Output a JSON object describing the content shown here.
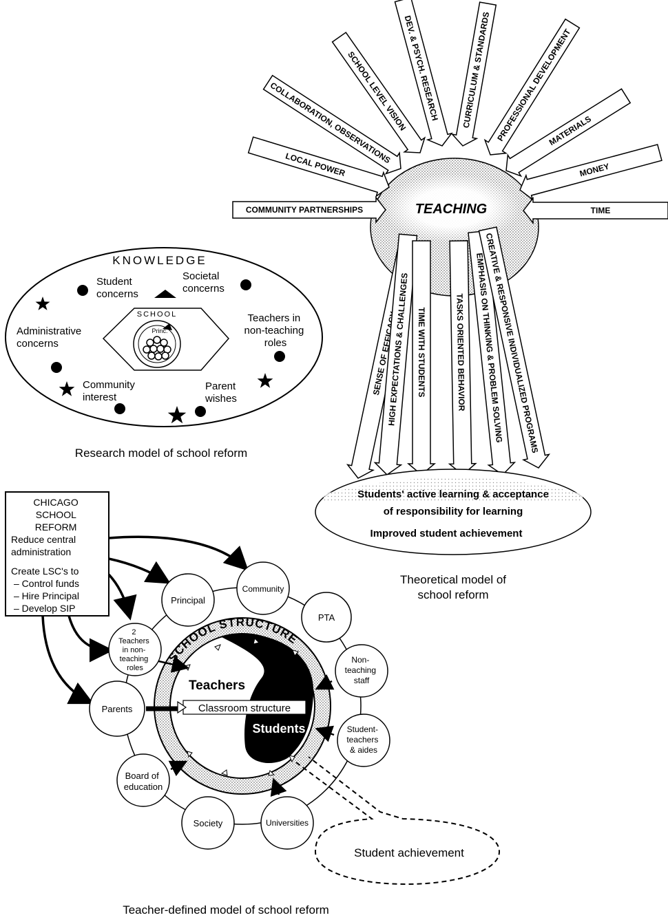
{
  "theoretical_model": {
    "center": "TEACHING",
    "inputs": [
      "COMMUNITY PARTNERSHIPS",
      "LOCAL POWER",
      "COLLABORATION, OBSERVATIONS",
      "SCHOOL LEVEL VISION",
      "DEV. & PSYCH. RESEARCH",
      "CURRICULUM & STANDARDS",
      "PROFESSIONAL DEVELOPMENT",
      "MATERIALS",
      "MONEY",
      "TIME"
    ],
    "outputs": [
      "SENSE OF EFFICACY",
      "HIGH EXPECTATIONS & CHALLENGES",
      "TIME WITH STUDENTS",
      "TASKS ORIENTED BEHAVIOR",
      "EMPHASIS ON THINKING & PROBLEM SOLVING",
      "CREATIVE & RESPONSIVE INDIVIDUALIZED PROGRAMS"
    ],
    "result_line1": "Students' active learning & acceptance",
    "result_line2": "of responsibility for learning",
    "result_line3": "Improved student achievement",
    "caption_line1": "Theoretical model of",
    "caption_line2": "school reform"
  },
  "research_model": {
    "title": "KNOWLEDGE",
    "student_concerns": [
      "Student",
      "concerns"
    ],
    "societal_concerns": [
      "Societal",
      "concerns"
    ],
    "administrative_concerns": [
      "Administrative",
      "concerns"
    ],
    "teachers_roles": [
      "Teachers in",
      "non-teaching",
      "roles"
    ],
    "community_interest": [
      "Community",
      "interest"
    ],
    "parent_wishes": [
      "Parent",
      "wishes"
    ],
    "school_label": "SCHOOL",
    "principal_label": "Princ.",
    "caption": "Research model of school reform"
  },
  "teacher_model": {
    "box": [
      "CHICAGO",
      "SCHOOL",
      "REFORM",
      "Reduce central",
      "administration",
      "Create LSC's to",
      "– Control funds",
      "– Hire Principal",
      "– Develop SIP"
    ],
    "ring_label": "SCHOOL STRUCTURE",
    "teachers": "Teachers",
    "classroom": "Classroom structure",
    "students": "Students",
    "nodes": {
      "principal": "Principal",
      "community": "Community",
      "pta": "PTA",
      "nonteaching": [
        "Non-",
        "teaching",
        "staff"
      ],
      "student_teachers": [
        "Student-",
        "teachers",
        "& aides"
      ],
      "universities": "Universities",
      "society": "Society",
      "board": [
        "Board of",
        "education"
      ],
      "parents": "Parents",
      "teachers_roles": [
        "2",
        "Teachers",
        "in non-",
        "teaching",
        "roles"
      ]
    },
    "achievement": "Student achievement",
    "caption": "Teacher-defined model of school reform"
  }
}
